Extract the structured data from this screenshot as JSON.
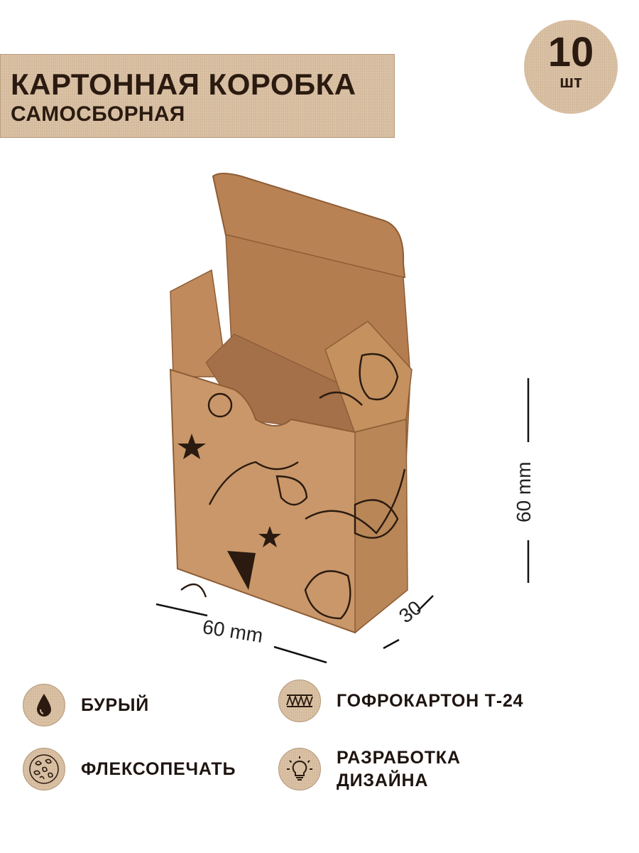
{
  "title": {
    "line1": "КАРТОННАЯ КОРОБКА",
    "line2": "САМОСБОРНАЯ"
  },
  "quantity": {
    "number": "10",
    "unit": "шт"
  },
  "dimensions": {
    "width": "60 mm",
    "depth": "30",
    "height": "60 mm"
  },
  "features": {
    "color": {
      "icon": "drop-icon",
      "label": "БУРЫЙ"
    },
    "material": {
      "icon": "corrugated-icon",
      "label": "ГОФРОКАРТОН Т-24"
    },
    "print": {
      "icon": "pattern-icon",
      "label": "ФЛЕКСОПЕЧАТЬ"
    },
    "design": {
      "icon": "lightbulb-icon",
      "label": "РАЗРАБОТКА ДИЗАЙНА"
    }
  },
  "colors": {
    "kraft": "#d8bd9e",
    "text": "#2b1a10",
    "cardboard_front": "#c69466",
    "cardboard_inside": "#b57f52"
  }
}
